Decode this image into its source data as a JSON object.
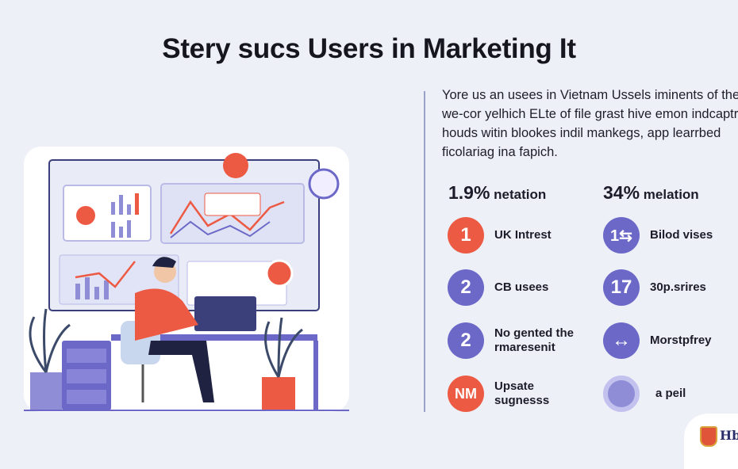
{
  "title": "Stery sucs Users in Marketing It",
  "paragraph": [
    "Yore us an usees in Vietnam Ussels iminents of the",
    "we-cor yelhich ELte of file grast hive emon indcaptrig",
    "houds witin blookes indil mankegs, app learrbed",
    "ficolariag ina fapich."
  ],
  "stats": [
    {
      "value": "1.9%",
      "label": "netation"
    },
    {
      "value": "34%",
      "label": "melation"
    }
  ],
  "items_left": [
    {
      "badge": "1",
      "label": "UK Intrest",
      "color": "#ec5a43"
    },
    {
      "badge": "2",
      "label": "CB usees",
      "color": "#6b68c8"
    },
    {
      "badge": "2",
      "label": "No gented the rmaresenit",
      "color": "#6b68c8"
    },
    {
      "badge": "NM",
      "label": "Upsate sugnesss",
      "color": "#ec5a43"
    }
  ],
  "items_right": [
    {
      "badge": "1⇆",
      "label": "Bilod vises",
      "color": "#6b68c8"
    },
    {
      "badge": "17",
      "label": "30p.srires",
      "color": "#6b68c8"
    },
    {
      "badge": "↔",
      "label": "Morstpfrey",
      "color": "#6b68c8"
    },
    {
      "badge": "",
      "label": "a peil",
      "color": "#6b68c8"
    }
  ],
  "logo": "Hb"
}
